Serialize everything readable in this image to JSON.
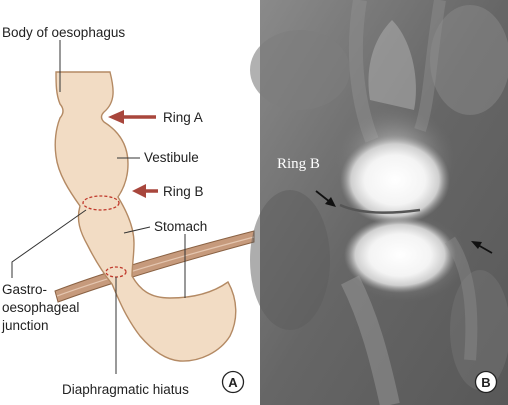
{
  "panel_a": {
    "labels": {
      "body": "Body of oesophagus",
      "ring_a": "Ring A",
      "vestibule": "Vestibule",
      "ring_b": "Ring B",
      "stomach": "Stomach",
      "gej_line1": "Gastro-",
      "gej_line2": "oesophageal",
      "gej_line3": "junction",
      "hiatus": "Diaphragmatic hiatus"
    },
    "badge": "A"
  },
  "panel_b": {
    "label_ring_b": "Ring B",
    "badge": "B"
  },
  "colors": {
    "organ_fill": "#f2dcc4",
    "organ_stroke": "#b48a64",
    "diaphragm": "#c69a7c",
    "arrow": "#a8463c",
    "dashed_ring": "#c0392b",
    "xray_bg": "#6e6e6e"
  }
}
